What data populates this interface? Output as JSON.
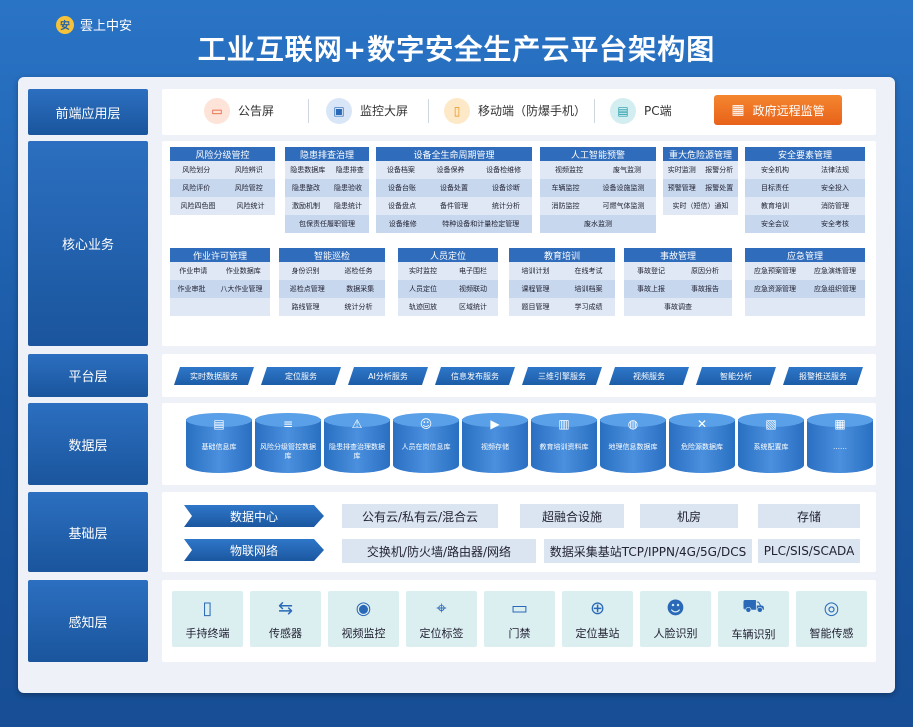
{
  "brand": "雲上中安",
  "title": "工业互联网+数字安全生产云平台架构图",
  "layers": [
    "前端应用层",
    "核心业务",
    "平台层",
    "数据层",
    "基础层",
    "感知层"
  ],
  "front_apps": [
    {
      "icon": "screen-icon",
      "label": "公告屏"
    },
    {
      "icon": "monitor-icon",
      "label": "监控大屏"
    },
    {
      "icon": "phone-icon",
      "label": "移动端（防爆手机）"
    },
    {
      "icon": "pc-icon",
      "label": "PC端"
    }
  ],
  "gov": "政府远程监管",
  "core_top": [
    {
      "title": "风险分级管控",
      "rows": [
        [
          "风险划分",
          "风险辨识"
        ],
        [
          "风险评价",
          "风险管控"
        ],
        [
          "风险四色图",
          "风险统计"
        ]
      ]
    },
    {
      "title": "隐患排查治理",
      "rows": [
        [
          "隐患数据库",
          "隐患排查"
        ],
        [
          "隐患整改",
          "隐患验收"
        ],
        [
          "激励机制",
          "隐患统计"
        ],
        [
          "包保责任履职管理"
        ]
      ]
    },
    {
      "title": "设备全生命周期管理",
      "rows": [
        [
          "设备档案",
          "设备保养",
          "设备检维修"
        ],
        [
          "设备台账",
          "设备处置",
          "设备诊断"
        ],
        [
          "设备盘点",
          "备件管理",
          "统计分析"
        ],
        [
          "设备维修",
          "特种设备和计量检定管理"
        ]
      ]
    },
    {
      "title": "人工智能预警",
      "rows": [
        [
          "视频监控",
          "废气监测"
        ],
        [
          "车辆监控",
          "设备设施监测"
        ],
        [
          "消防监控",
          "可燃气体监测"
        ],
        [
          "废水监测"
        ]
      ]
    },
    {
      "title": "重大危险源管理",
      "rows": [
        [
          "实时监测",
          "报警分析"
        ],
        [
          "预警管理",
          "报警处置"
        ],
        [
          "实时（短信）通知"
        ]
      ]
    },
    {
      "title": "安全要素管理",
      "rows": [
        [
          "安全机构",
          "法律法规"
        ],
        [
          "目标责任",
          "安全投入"
        ],
        [
          "教育培训",
          "消防管理"
        ],
        [
          "安全会议",
          "安全考核"
        ]
      ]
    }
  ],
  "core_bottom": [
    {
      "title": "作业许可管理",
      "rows": [
        [
          "作业申请",
          "作业数据库"
        ],
        [
          "作业审批",
          "八大作业管理"
        ],
        []
      ]
    },
    {
      "title": "智能巡检",
      "rows": [
        [
          "身份识别",
          "巡检任务"
        ],
        [
          "巡检点管理",
          "数据采集"
        ],
        [
          "路线管理",
          "统计分析"
        ]
      ]
    },
    {
      "title": "人员定位",
      "rows": [
        [
          "实时监控",
          "电子围栏"
        ],
        [
          "人员定位",
          "视频联动"
        ],
        [
          "轨迹回放",
          "区域统计"
        ]
      ]
    },
    {
      "title": "教育培训",
      "rows": [
        [
          "培训计划",
          "在线考试"
        ],
        [
          "课程管理",
          "培训档案"
        ],
        [
          "题目管理",
          "学习成绩"
        ]
      ]
    },
    {
      "title": "事故管理",
      "rows": [
        [
          "事故登记",
          "原因分析"
        ],
        [
          "事故上报",
          "事故报告"
        ],
        [
          "事故调查"
        ]
      ]
    },
    {
      "title": "应急管理",
      "rows": [
        [
          "应急预案管理",
          "应急演练管理"
        ],
        [
          "应急资源管理",
          "应急组织管理"
        ],
        []
      ]
    }
  ],
  "platform": [
    "实时数据服务",
    "定位服务",
    "AI分析服务",
    "信息发布服务",
    "三维引擎服务",
    "视频服务",
    "智能分析",
    "报警推送服务"
  ],
  "databases": [
    {
      "icon": "inbox-icon",
      "label": "基础信息库"
    },
    {
      "icon": "layers-icon",
      "label": "风险分级管控数据库"
    },
    {
      "icon": "warning-icon",
      "label": "隐患排查治理数据库"
    },
    {
      "icon": "people-icon",
      "label": "人员在岗信息库"
    },
    {
      "icon": "camera-icon",
      "label": "视频存储"
    },
    {
      "icon": "book-icon",
      "label": "教育培训资料库"
    },
    {
      "icon": "globe-icon",
      "label": "地理信息数据库"
    },
    {
      "icon": "close-circle-icon",
      "label": "危险源数据库"
    },
    {
      "icon": "folder-gear-icon",
      "label": "系统配置库"
    },
    {
      "icon": "grid-icon",
      "label": "……"
    }
  ],
  "base": {
    "rows": [
      {
        "ribbon": "数据中心",
        "items": [
          "公有云/私有云/混合云",
          "超融合设施",
          "机房",
          "存储"
        ]
      },
      {
        "ribbon": "物联网络",
        "items": [
          "交换机/防火墙/路由器/网络",
          "数据采集基站TCP/IPPN/4G/5G/DCS",
          "PLC/SIS/SCADA"
        ]
      }
    ]
  },
  "sensing": [
    {
      "icon": "handset-icon",
      "label": "手持终端"
    },
    {
      "icon": "sensor-icon",
      "label": "传感器"
    },
    {
      "icon": "cctv-icon",
      "label": "视频监控"
    },
    {
      "icon": "location-pin-icon",
      "label": "定位标签"
    },
    {
      "icon": "card-icon",
      "label": "门禁"
    },
    {
      "icon": "base-station-icon",
      "label": "定位基站"
    },
    {
      "icon": "face-icon",
      "label": "人脸识别"
    },
    {
      "icon": "car-icon",
      "label": "车辆识别"
    },
    {
      "icon": "wave-icon",
      "label": "智能传感"
    }
  ],
  "colors": {
    "primary": "#1d5ea8",
    "accent": "#e8621a",
    "header": "#2f6cbc"
  }
}
